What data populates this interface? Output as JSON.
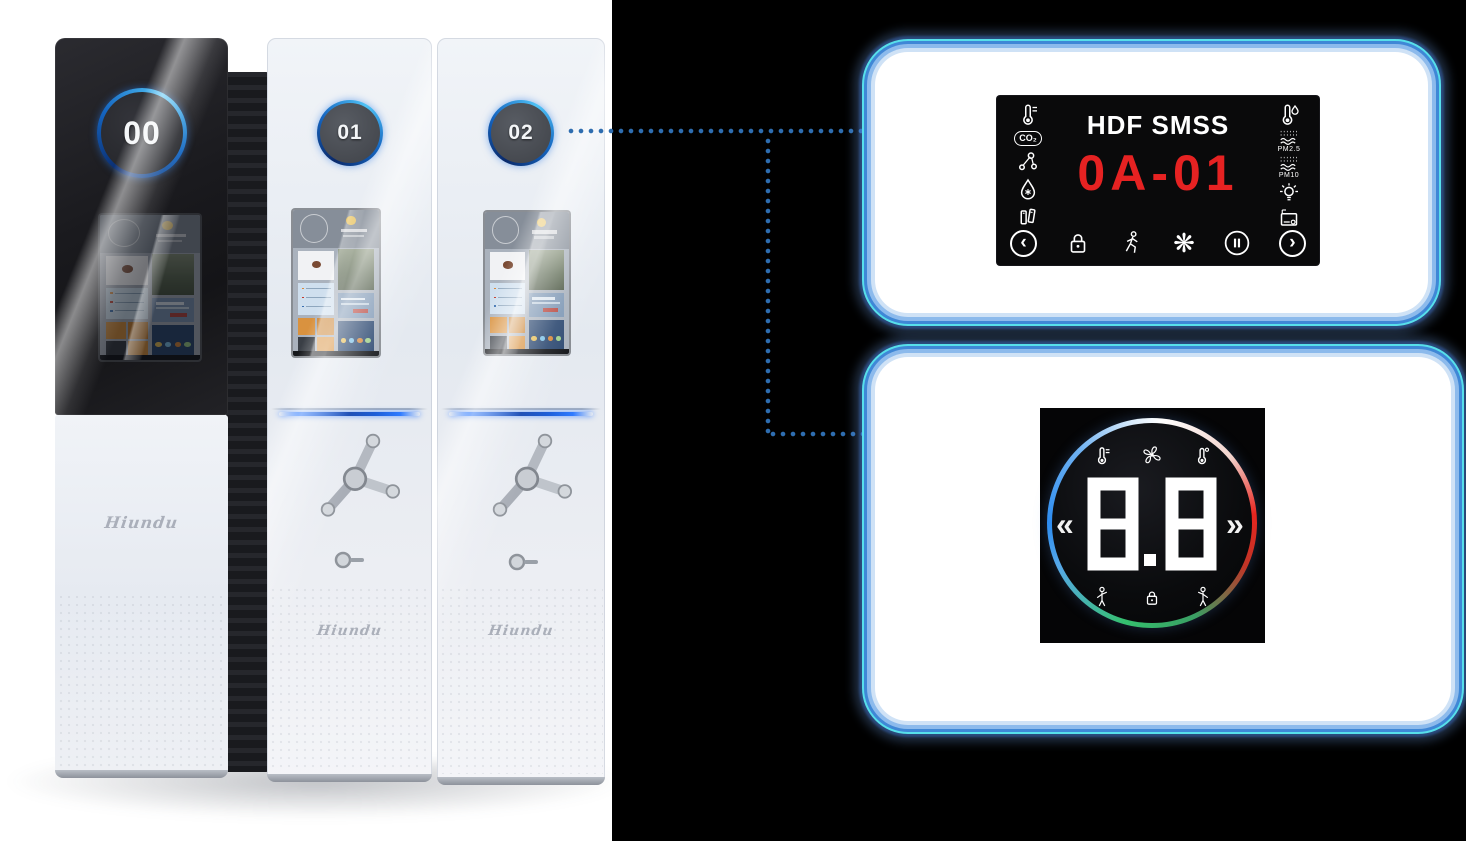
{
  "colors": {
    "backdrop": "#000000",
    "connector_blue": "#2e6db0",
    "frame_blue": "#3f87d6",
    "frame_cyan": "#57dfea",
    "display_red": "#e62222",
    "led_blue": "#2f7bff",
    "ring_blue": "#2d8cf0",
    "ring_green": "#35c06e",
    "ring_red": "#e8251f"
  },
  "towers": [
    {
      "badge": "00",
      "logo": "Hiundu"
    },
    {
      "badge": "01",
      "logo": "Hiundu"
    },
    {
      "badge": "02",
      "logo": "Hiundu"
    }
  ],
  "control_panel": {
    "title": "HDF SMSS",
    "code": "0A-01",
    "left_icons": [
      {
        "name": "indoor-temperature-icon"
      },
      {
        "name": "co2-icon",
        "label": "CO₂"
      },
      {
        "name": "tvoc-molecule-icon"
      },
      {
        "name": "humidify-drop-icon"
      },
      {
        "name": "filter-cartridge-icon"
      }
    ],
    "right_icons": [
      {
        "name": "humidity-thermometer-icon"
      },
      {
        "name": "pm25-icon",
        "label": "PM2.5"
      },
      {
        "name": "pm10-icon",
        "label": "PM10"
      },
      {
        "name": "light-icon"
      },
      {
        "name": "panel-display-icon"
      }
    ],
    "bottom_icons": [
      {
        "name": "prev-icon",
        "glyph": "‹"
      },
      {
        "name": "child-lock-icon"
      },
      {
        "name": "occupancy-icon"
      },
      {
        "name": "fan-icon",
        "glyph": "❋"
      },
      {
        "name": "pause-icon"
      },
      {
        "name": "next-icon",
        "glyph": "›"
      }
    ]
  },
  "dial_panel": {
    "value": "8.8",
    "left_glyph": "«",
    "right_glyph": "»",
    "top_icons": [
      {
        "name": "set-temperature-icon"
      },
      {
        "name": "fan-icon"
      },
      {
        "name": "room-temperature-icon"
      }
    ],
    "bottom_icons": [
      {
        "name": "person-mode-left-icon"
      },
      {
        "name": "lock-icon"
      },
      {
        "name": "person-mode-right-icon"
      }
    ]
  }
}
